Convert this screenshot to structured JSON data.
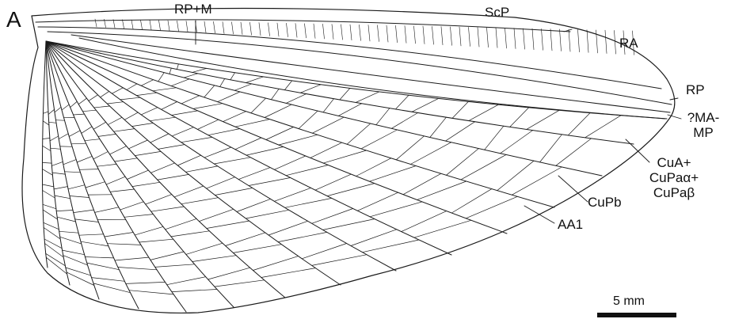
{
  "figure": {
    "panel_label": "A",
    "scale_bar_label": "5 mm",
    "line_color": "#1a1a1a",
    "vein_labels": {
      "rp_m": "RP+M",
      "scp": "ScP",
      "ra": "RA",
      "rp": "RP",
      "ma_mp_line1": "?MA-",
      "ma_mp_line2": "MP",
      "cua_line1": "CuA+",
      "cua_line2": "CuPaα+",
      "cua_line3": "CuPaβ",
      "cupb": "CuPb",
      "aa1": "AA1"
    }
  }
}
